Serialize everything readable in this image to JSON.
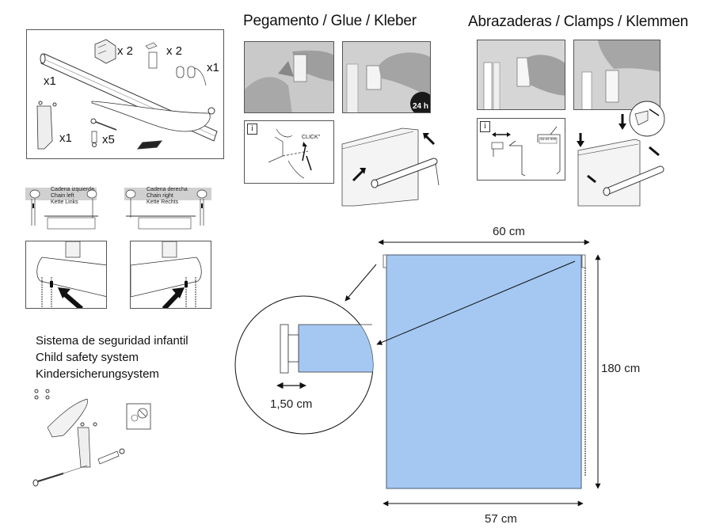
{
  "headings": {
    "glue": "Pegamento / Glue / Kleber",
    "clamps": "Abrazaderas / Clamps / Klemmen"
  },
  "parts_box": {
    "items": [
      {
        "name": "bracket",
        "qty": "x 2"
      },
      {
        "name": "clamp",
        "qty": "x 2"
      },
      {
        "name": "end-caps",
        "qty": "x1"
      },
      {
        "name": "roller-blind",
        "qty": "x1"
      },
      {
        "name": "chain-guide",
        "qty": "x1"
      },
      {
        "name": "screws-and-plugs",
        "qty": "x5"
      }
    ]
  },
  "glue_section": {
    "timer_label": "24 h",
    "click_label": "CLICK\"",
    "info_badge": "i"
  },
  "clamps_section": {
    "info_badge": "i",
    "range_label": "15-23 mm"
  },
  "chain_left": {
    "labels": [
      "Cadena izquierda",
      "Chain left",
      "Kette Links"
    ]
  },
  "chain_right": {
    "labels": [
      "Cadena derecha",
      "Chain right",
      "Kette Rechts"
    ]
  },
  "child_safety": {
    "lines": [
      "Sistema de seguridad infantil",
      "Child safety system",
      "Kindersicherungsystem"
    ]
  },
  "dimensions": {
    "total_width": "60 cm",
    "fabric_width": "57 cm",
    "height": "180 cm",
    "bracket_offset": "1,50 cm"
  },
  "colors": {
    "fabric_blue": "#a4c8f2",
    "fabric_border": "#4a5a70",
    "line": "#111111"
  }
}
